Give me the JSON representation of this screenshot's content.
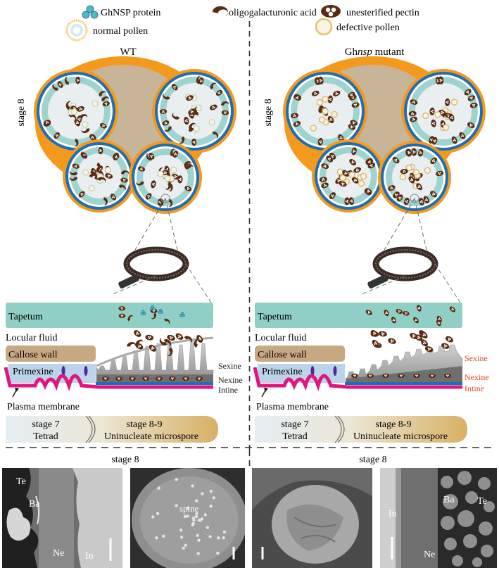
{
  "legend": {
    "protein": "GhNSP protein",
    "oga": "oligogalacturonic acid",
    "pectin": "unesterified pectin",
    "normal": "normal pollen",
    "defective": "defective pollen"
  },
  "panels": [
    {
      "title_prefix": "WT",
      "title_italic": "",
      "title_suffix": "",
      "stage": "stage 8",
      "tapetum": "Tapetum",
      "locular": "Locular fluid",
      "callose": "Callose wall",
      "primexine": "Primexine",
      "plasma": "Plasma membrane",
      "layers": [
        "Sexine",
        "Nexine",
        "Intine"
      ],
      "timeline": {
        "early_stage": "stage 7",
        "early_name": "Tetrad",
        "late_stage": "stage 8-9",
        "late_name": "Uninucleate microspore"
      }
    },
    {
      "title_prefix": "Gh",
      "title_italic": "nsp",
      "title_suffix": " mutant",
      "stage": "stage 8",
      "tapetum": "Tapetum",
      "locular": "Locular fluid",
      "callose": "Callose wall",
      "primexine": "Primexine",
      "plasma": "Plasma membrane",
      "layers": [
        "Sexine",
        "Nexine",
        "Intine"
      ],
      "timeline": {
        "early_stage": "stage 7",
        "early_name": "Tetrad",
        "late_stage": "stage 8-9",
        "late_name": "Uninucleate microspore"
      }
    }
  ],
  "bottom": {
    "stage_left": "stage 8",
    "stage_right": "stage 8",
    "sem1": {
      "te": "Te",
      "ba": "Ba",
      "ne": "Ne",
      "in": "In"
    },
    "sem2": {
      "spine": "spine"
    },
    "sem4": {
      "ba": "Ba",
      "te": "Te",
      "in": "In",
      "ne": "Ne"
    }
  },
  "colors": {
    "tapetum": "#8fcfc6",
    "callose": "#c7a883",
    "primexine": "#bcd3ea",
    "membrane": "#e0167c",
    "nexine_blue": "#1f6db4",
    "anther_wall": "#c8b497",
    "pollen_ring": "#1f6db4",
    "orange": "#f39a1e",
    "label_red": "#e8462a"
  }
}
